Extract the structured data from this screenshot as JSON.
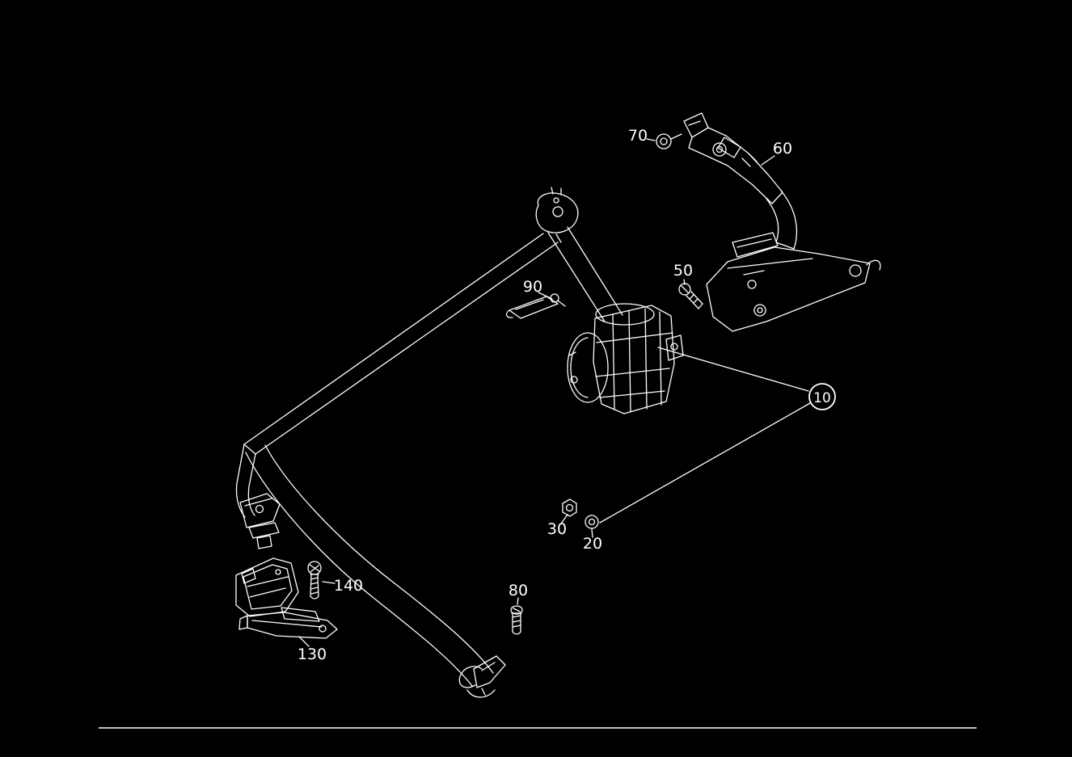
{
  "diagram": {
    "background_color": "#000000",
    "line_color": "#ffffff",
    "callouts": [
      {
        "label": "70"
      },
      {
        "label": "60"
      },
      {
        "label": "50"
      },
      {
        "label": "90"
      },
      {
        "label": "10",
        "circled": true
      },
      {
        "label": "30"
      },
      {
        "label": "20"
      },
      {
        "label": "80"
      },
      {
        "label": "140"
      },
      {
        "label": "130"
      }
    ]
  }
}
